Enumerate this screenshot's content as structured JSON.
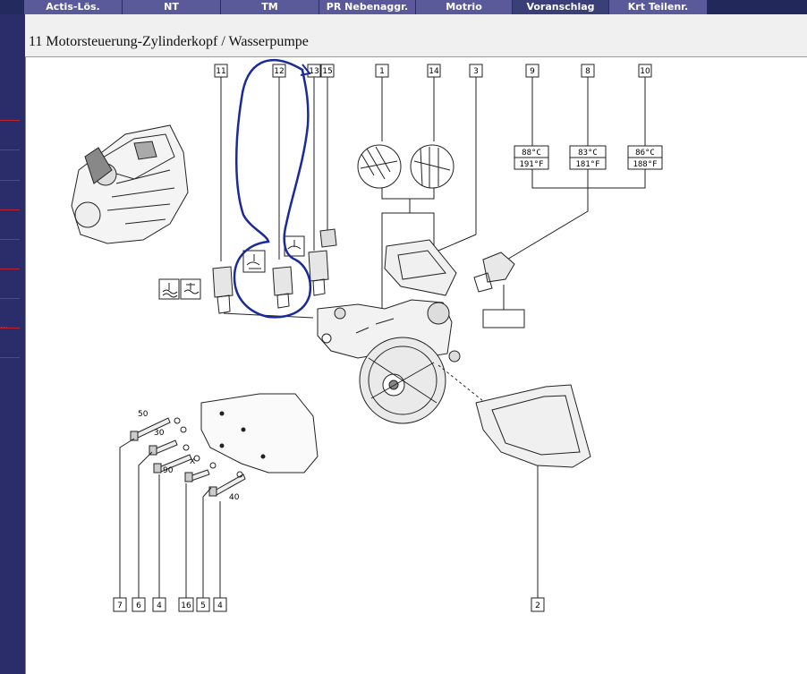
{
  "tabs": [
    {
      "label": "Actis-Lös.",
      "active": false
    },
    {
      "label": "NT",
      "active": false
    },
    {
      "label": "TM",
      "active": false
    },
    {
      "label": "PR Nebenaggr.",
      "active": false
    },
    {
      "label": "Motrio",
      "active": false
    },
    {
      "label": "Voranschlag",
      "active": true
    },
    {
      "label": "Krt Teilenr.",
      "active": false
    }
  ],
  "sidebar": {
    "ellipsis": "..."
  },
  "page": {
    "title": "11 Motorsteuerung-Zylinderkopf / Wasserpumpe"
  },
  "diagram": {
    "callouts_top": [
      "11",
      "12",
      "13",
      "15",
      "1",
      "14",
      "3",
      "9",
      "8",
      "10"
    ],
    "callouts_bottom": [
      "7",
      "6",
      "4",
      "16",
      "5",
      "4",
      "2"
    ],
    "temperatures": [
      {
        "c": "88°C",
        "f": "191°F"
      },
      {
        "c": "83°C",
        "f": "181°F"
      },
      {
        "c": "86°C",
        "f": "188°F"
      }
    ],
    "bolt_lengths": [
      "50",
      "30",
      "90",
      "X",
      "40"
    ]
  },
  "colors": {
    "tab_bg": "#5a5a9a",
    "tab_active": "#3a3f78",
    "frame": "#2b2d6b",
    "marker": "#c0202a",
    "annotation": "#1a2a9a"
  }
}
